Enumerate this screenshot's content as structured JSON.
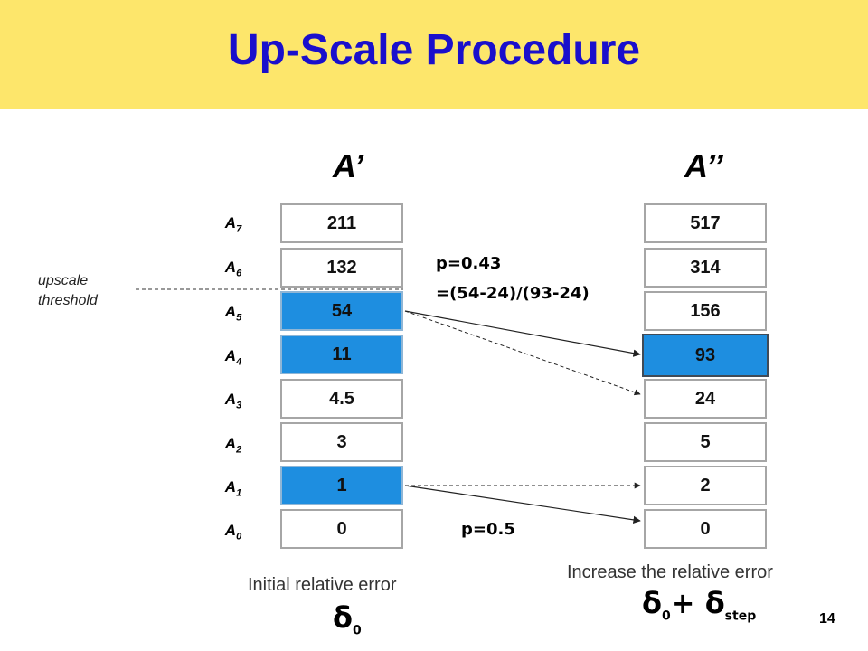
{
  "header": {
    "title": "Up-Scale Procedure"
  },
  "left_column": {
    "heading": "A’",
    "cells": [
      {
        "label_base": "A",
        "label_sub": "7",
        "value": "211"
      },
      {
        "label_base": "A",
        "label_sub": "6",
        "value": "132"
      },
      {
        "label_base": "A",
        "label_sub": "5",
        "value": "54"
      },
      {
        "label_base": "A",
        "label_sub": "4",
        "value": "11"
      },
      {
        "label_base": "A",
        "label_sub": "3",
        "value": "4.5"
      },
      {
        "label_base": "A",
        "label_sub": "2",
        "value": "3"
      },
      {
        "label_base": "A",
        "label_sub": "1",
        "value": "1"
      },
      {
        "label_base": "A",
        "label_sub": "0",
        "value": "0"
      }
    ],
    "highlighted": [
      2,
      3,
      6
    ],
    "caption": "Initial relative error",
    "delta_base": "δ",
    "delta_sub": "0"
  },
  "right_column": {
    "heading": "A’’",
    "cells": [
      "517",
      "314",
      "156",
      "93",
      "24",
      "5",
      "2",
      "0"
    ],
    "highlighted": [
      3
    ],
    "caption": "Increase the relative error",
    "delta_base": "δ",
    "delta_sub": "0",
    "delta_plus": "+ δ",
    "delta_step": "step"
  },
  "annotations": {
    "upscale_line1": "upscale",
    "upscale_line2": "threshold",
    "p_top_line1": "p=0.43",
    "p_top_line2": "=(54-24)/(93-24)",
    "p_bottom": "p=0.5"
  },
  "page_number": "14",
  "colors": {
    "banner": "#fde66b",
    "title": "#1a0fcc",
    "highlight": "#1e8ee0"
  }
}
